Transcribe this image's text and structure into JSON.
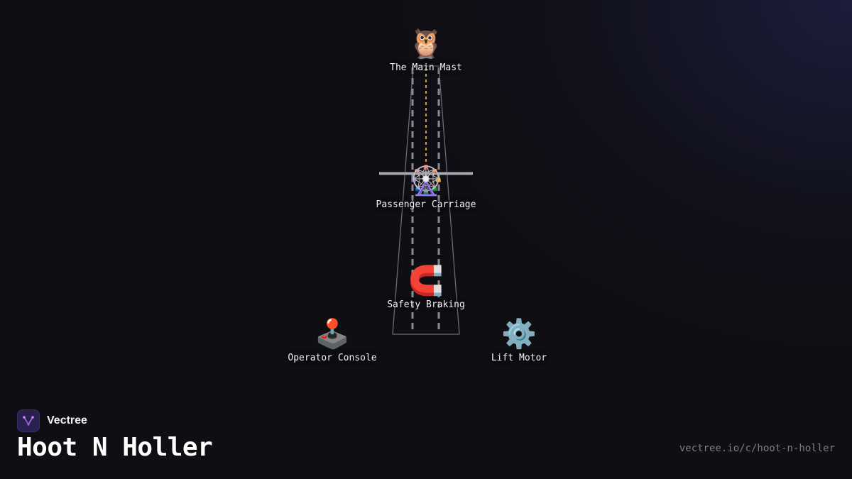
{
  "brand": {
    "name": "Vectree",
    "logo_icon": "vectree-logo-icon"
  },
  "title": "Hoot N Holler",
  "url": "vectree.io/c/hoot-n-holler",
  "nodes": {
    "main_mast": {
      "label": "The Main Mast",
      "icon": "owl-icon",
      "glyph": "🦉"
    },
    "passenger_carriage": {
      "label": "Passenger Carriage",
      "icon": "ferris-wheel-icon",
      "glyph": "🎡"
    },
    "safety_braking": {
      "label": "Safety Braking",
      "icon": "magnet-icon",
      "glyph": "🧲"
    },
    "operator_console": {
      "label": "Operator Console",
      "icon": "joystick-icon",
      "glyph": "🕹️"
    },
    "lift_motor": {
      "label": "Lift Motor",
      "icon": "gear-icon",
      "glyph": "⚙️"
    }
  },
  "colors": {
    "background": "#0e0e13",
    "tower_outline": "#6a6a74",
    "track_dashes": "#8c8c96",
    "cable": "#f2c94c",
    "carriage_bar": "#a6a6ae",
    "label_text": "#f2f2f5",
    "url_text": "#7d7d88",
    "logo_accent": "#b06ee8"
  }
}
